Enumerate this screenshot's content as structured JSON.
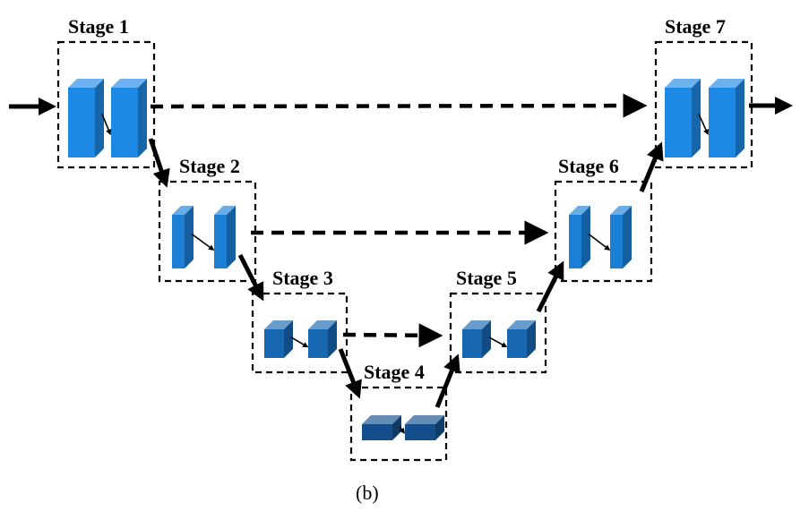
{
  "stages": [
    {
      "label": "Stage 1",
      "color": "#1e88e5"
    },
    {
      "label": "Stage 2",
      "color": "#1c7fd6"
    },
    {
      "label": "Stage 3",
      "color": "#1667b0"
    },
    {
      "label": "Stage 4",
      "color": "#124f8a"
    },
    {
      "label": "Stage 5",
      "color": "#1667b0"
    },
    {
      "label": "Stage 6",
      "color": "#1c7fd6"
    },
    {
      "label": "Stage 7",
      "color": "#1e88e5"
    }
  ],
  "caption": "(b)"
}
